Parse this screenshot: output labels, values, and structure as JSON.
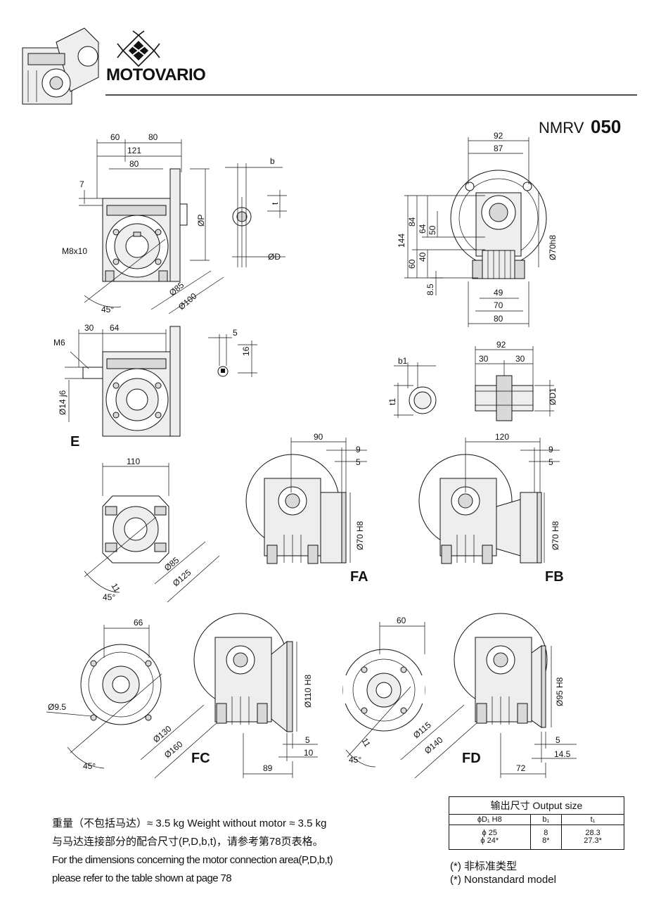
{
  "brand": {
    "name": "MOTOVARIO"
  },
  "model": {
    "prefix": "NMRV",
    "number": "050"
  },
  "views": {
    "front": {
      "dims": {
        "d60": "60",
        "d80a": "80",
        "d121": "121",
        "d80b": "80",
        "d7": "7",
        "m8": "M8x10",
        "p": "ØP",
        "d85": "Ø85",
        "d100": "Ø100",
        "a45": "45°"
      }
    },
    "shaft_top": {
      "dims": {
        "b": "b",
        "t": "t",
        "d": "ØD"
      }
    },
    "side": {
      "dims": {
        "d92": "92",
        "d87": "87",
        "d144": "144",
        "d84": "84",
        "d64": "64",
        "d50": "50",
        "d60": "60",
        "d40": "40",
        "d85v": "8.5",
        "d49": "49",
        "d70": "70",
        "d80": "80",
        "d70h8": "Ø70h8"
      }
    },
    "version_e": {
      "label": "E",
      "dims": {
        "d30": "30",
        "d64": "64",
        "m6": "M6",
        "d14j6": "Ø14 j6",
        "d5": "5",
        "d16": "16"
      }
    },
    "output_shaft": {
      "dims": {
        "b1": "b1",
        "t1": "t1",
        "d92": "92",
        "d30a": "30",
        "d30b": "30",
        "dd1": "ØD1"
      }
    },
    "flange_square": {
      "dims": {
        "d110": "110",
        "d11": "11",
        "d85": "Ø85",
        "d125": "Ø125",
        "a45": "45°"
      }
    },
    "version_fa": {
      "label": "FA",
      "dims": {
        "d90": "90",
        "d9": "9",
        "d5": "5",
        "d70h8": "Ø70 H8"
      }
    },
    "version_fb": {
      "label": "FB",
      "dims": {
        "d120": "120",
        "d9": "9",
        "d5": "5",
        "d70h8": "Ø70 H8"
      }
    },
    "flange_round": {
      "dims": {
        "d66": "66",
        "d95": "Ø9.5",
        "d130": "Ø130",
        "d160": "Ø160",
        "a45": "45°"
      }
    },
    "version_fc": {
      "label": "FC",
      "dims": {
        "d110h8": "Ø110 H8",
        "d5": "5",
        "d10": "10",
        "d89": "89"
      }
    },
    "flange_cut": {
      "dims": {
        "d60": "60",
        "d11": "11",
        "d115": "Ø115",
        "d140": "Ø140",
        "a45": "45°"
      }
    },
    "version_fd": {
      "label": "FD",
      "dims": {
        "d95h8": "Ø95 H8",
        "d5": "5",
        "d145": "14.5",
        "d72": "72"
      }
    }
  },
  "notes": {
    "weight_line": "重量（不包括马达）≈ 3.5 kg   Weight without motor  ≈ 3.5 kg",
    "cn_line": "与马达连接部分的配合尺寸(P,D,b,t)，请参考第78页表格。",
    "en_line1": "For the dimensions concerning the motor connection area(P,D,b,t)",
    "en_line2": "please refer to the table shown at page 78"
  },
  "output_table": {
    "caption": "输出尺寸  Output size",
    "headers": [
      "ϕD₁ H8",
      "b₁",
      "t₁"
    ],
    "rows": [
      [
        "ϕ 25",
        "8",
        "28.3"
      ],
      [
        "ϕ 24*",
        "8*",
        "27.3*"
      ]
    ]
  },
  "footnote": {
    "cn": "(*)  非标准类型",
    "en": "(*)  Nonstandard model"
  }
}
